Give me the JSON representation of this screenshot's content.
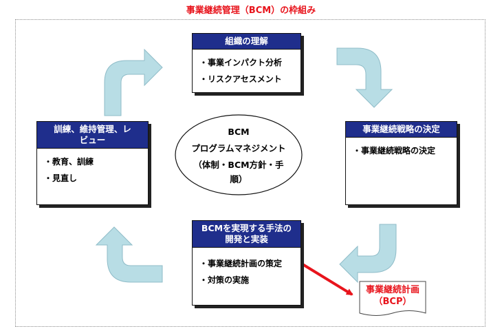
{
  "title": "事業継続管理（BCM）の枠組み",
  "colors": {
    "header_blue": "#1f2e8c",
    "arrow_fill": "#b8dde5",
    "accent_red": "#e8141c"
  },
  "boxes": {
    "top": {
      "header": "組織の理解",
      "items": [
        "・事業インパクト分析",
        "・リスクアセスメント"
      ]
    },
    "right": {
      "header": "事業継続戦略の決定",
      "items": [
        "・事業継続戦略の決定"
      ]
    },
    "bottom": {
      "header_line1": "BCMを実現する手法の",
      "header_line2": "開発と実装",
      "items": [
        "・事業継続計画の策定",
        "・対策の実施"
      ]
    },
    "left": {
      "header_line1": "訓練、維持管理、レ",
      "header_line2": "ビュー",
      "items": [
        "・教育、訓練",
        "・見直し"
      ]
    }
  },
  "center": {
    "line1": "BCM",
    "line2": "プログラムマネジメント",
    "line3": "（体制・BCM方針・手",
    "line4": "順）"
  },
  "document": {
    "line1": "事業継続計画",
    "line2": "（BCP）"
  },
  "icons": [
    "curved-arrow-icon",
    "red-arrow-icon"
  ]
}
